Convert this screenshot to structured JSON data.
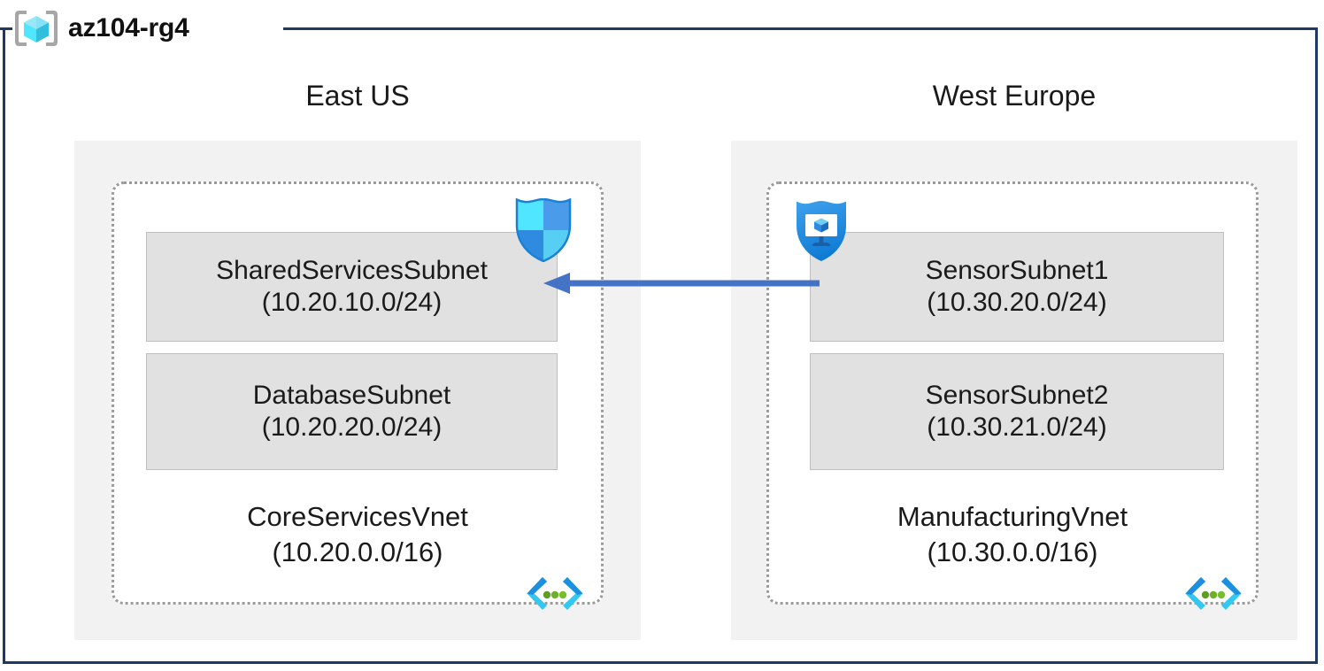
{
  "diagram": {
    "resource_group": {
      "name": "az104-rg4",
      "icon": "resource-group-cube-icon",
      "frame_color": "#1F3864"
    },
    "colors": {
      "frame": "#1F3864",
      "region_fill": "#F2F2F2",
      "vnet_border": "#9A9A9A",
      "subnet_fill": "#E1E1E1",
      "subnet_border": "#BFBFBF",
      "arrow": "#4472C4",
      "azure_blue": "#0078D4",
      "cyan": "#32C8F0",
      "green": "#5E9E23"
    },
    "regions": [
      {
        "label": "East US",
        "vnet": {
          "name": "CoreServicesVnet",
          "cidr": "(10.20.0.0/16)",
          "icon": "virtual-network-icon",
          "subnets": [
            {
              "name": "SharedServicesSubnet",
              "cidr": "(10.20.10.0/24)",
              "icon": "network-security-group-shield-icon"
            },
            {
              "name": "DatabaseSubnet",
              "cidr": "(10.20.20.0/24)",
              "icon": null
            }
          ]
        }
      },
      {
        "label": "West Europe",
        "vnet": {
          "name": "ManufacturingVnet",
          "cidr": "(10.30.0.0/16)",
          "icon": "virtual-network-icon",
          "subnets": [
            {
              "name": "SensorSubnet1",
              "cidr": "(10.30.20.0/24)",
              "icon": "azure-bastion-shield-icon"
            },
            {
              "name": "SensorSubnet2",
              "cidr": "(10.30.21.0/24)",
              "icon": null
            }
          ]
        }
      }
    ],
    "connection": {
      "name": "vnet-peering-arrow",
      "direction": "right-to-left",
      "from": "SensorSubnet1",
      "to": "SharedServicesSubnet",
      "color": "#4472C4"
    }
  }
}
